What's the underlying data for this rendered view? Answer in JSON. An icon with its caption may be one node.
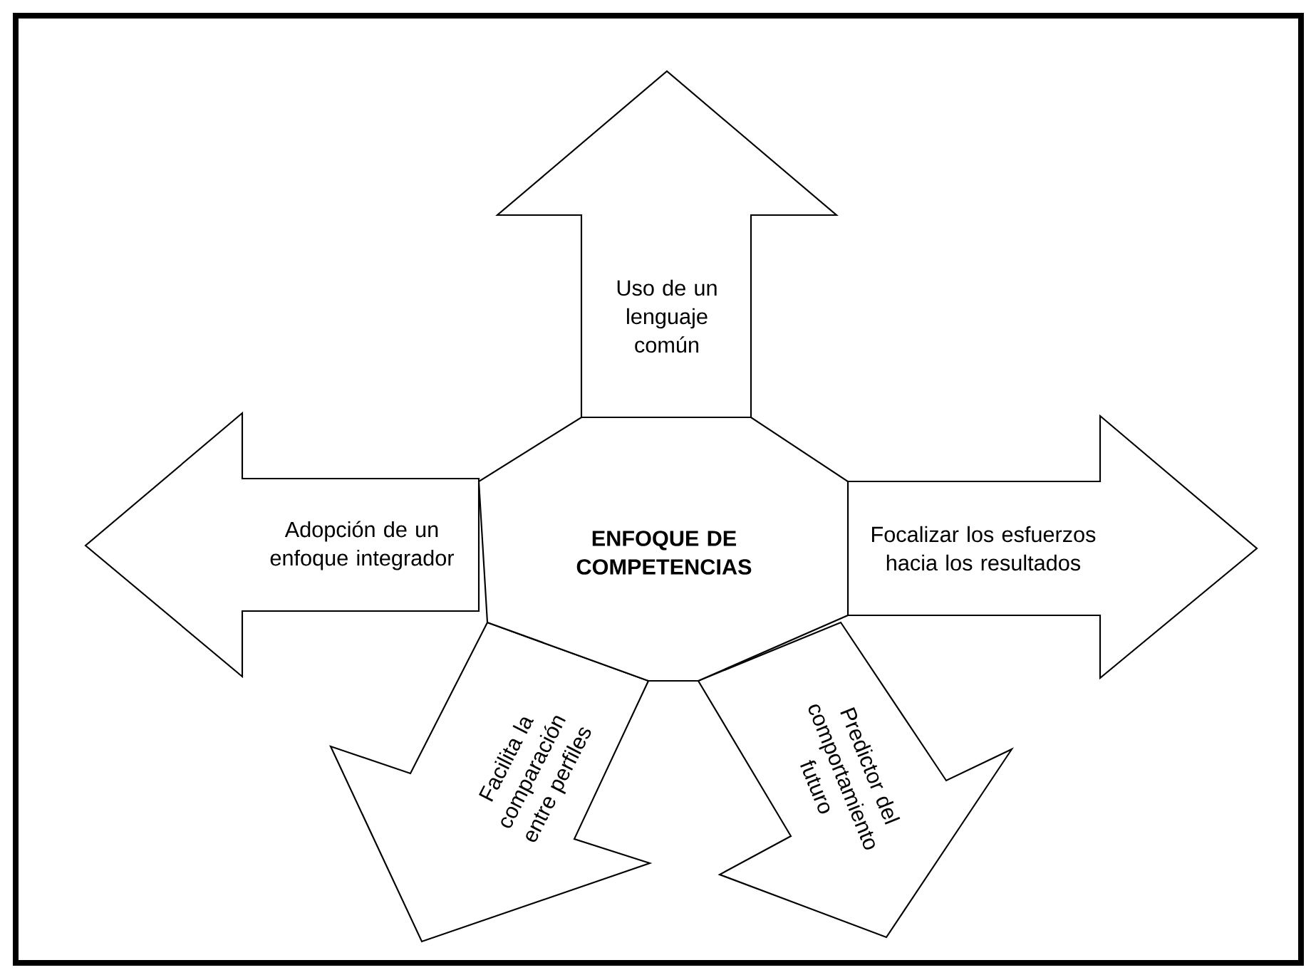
{
  "diagram": {
    "nodes": [
      {
        "text": [
          "ENFOQUE DE COMPETENCIAS"
        ]
      },
      {
        "text": [
          "Uso de un lenguaje común"
        ]
      },
      {
        "text": [
          "Adopción de un enfoque integrador"
        ]
      },
      {
        "text": [
          "Focalizar los esfuerzos hacia los resultados"
        ]
      },
      {
        "text": [
          "Facilita la comparación entre perfiles"
        ]
      },
      {
        "text": [
          "Predictor del comportamiento futuro"
        ]
      }
    ]
  }
}
